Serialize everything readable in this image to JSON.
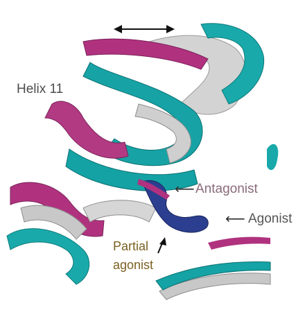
{
  "labels": {
    "helix": "Helix 11",
    "antagonist": "Antagonist",
    "agonist": "Agonist",
    "partial_line1": "Partial",
    "partial_line2": "agonist"
  },
  "colors": {
    "magenta": "#b0327f",
    "teal": "#13a6a6",
    "grey": "#c9c9c9",
    "navy": "#2b3e8f",
    "white": "#ffffff"
  }
}
